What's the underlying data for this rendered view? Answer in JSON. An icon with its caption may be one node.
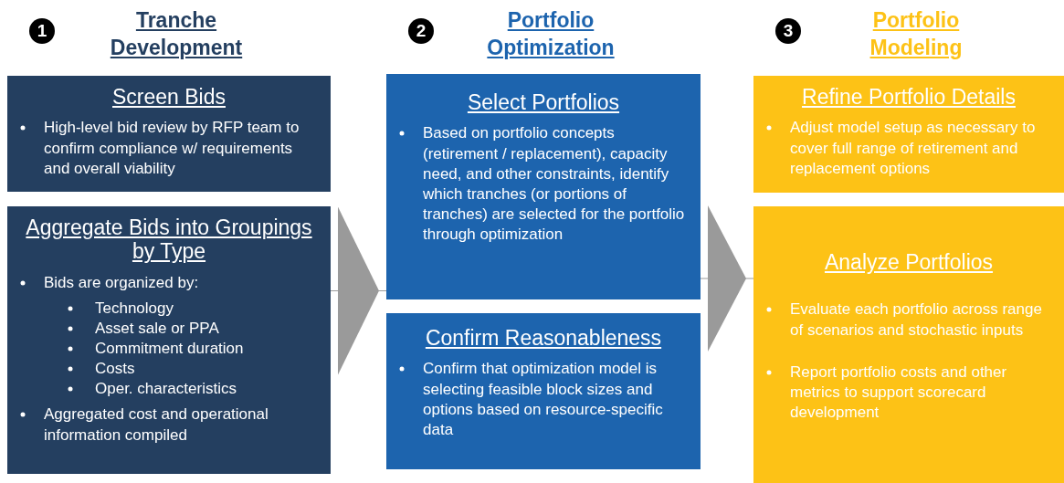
{
  "diagram": {
    "nodes": [
      {
        "text": [
          "Screen Bids",
          "High-level bid review by RFP team to confirm compliance w/ requirements and overall viability"
        ]
      },
      {
        "text": [
          "Aggregate Bids into Groupings by Type",
          "Bids are organized by:",
          "Technology",
          "Asset sale or PPA",
          "Commitment duration",
          "Costs",
          "Oper. characteristics",
          "Aggregated cost and operational information compiled"
        ]
      },
      {
        "text": [
          "Select Portfolios",
          "Based on portfolio concepts (retirement / replacement), capacity need, and other constraints, identify which tranches (or portions of tranches) are selected for the portfolio through optimization"
        ]
      },
      {
        "text": [
          "Confirm Reasonableness",
          "Confirm that optimization model is selecting feasible block sizes and options based on resource-specific data"
        ]
      },
      {
        "text": [
          "Refine Portfolio Details",
          "Adjust model setup as necessary to cover full range of retirement and replacement options"
        ]
      },
      {
        "text": [
          "Analyze Portfolios",
          "Evaluate each portfolio across range of scenarios and stochastic inputs",
          "Report portfolio costs and other metrics to support scorecard development"
        ]
      }
    ],
    "edges": [
      {
        "from": 1,
        "to": 2,
        "arrow": "to"
      },
      {
        "from": 2,
        "to": 5,
        "arrow": "to"
      }
    ],
    "labels": [
      "1",
      "Tranche Development",
      "2",
      "Portfolio Optimization",
      "3",
      "Portfolio Modeling"
    ]
  }
}
